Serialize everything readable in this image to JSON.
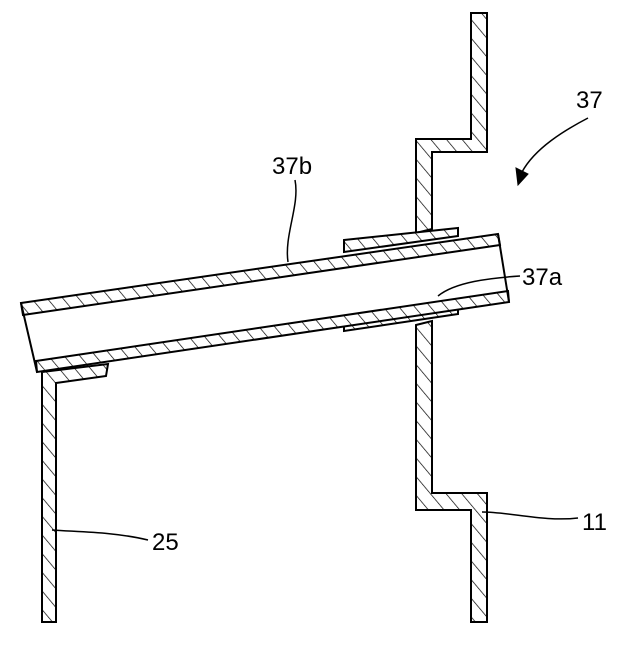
{
  "labels": {
    "assembly": "37",
    "tube_outer": "37b",
    "tube_inner": "37a",
    "left_wall": "25",
    "right_wall": "11"
  },
  "colors": {
    "line": "#000000",
    "background": "#ffffff"
  }
}
